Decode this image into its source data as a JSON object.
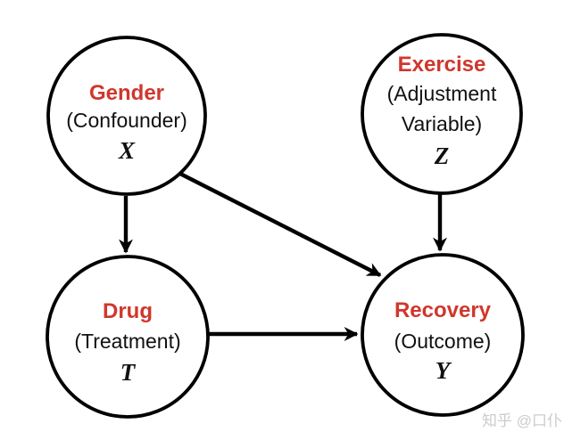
{
  "diagram": {
    "kind": "causal-graph"
  },
  "nodes": {
    "gender": {
      "label": "Gender",
      "role_lines": [
        "(Confounder)"
      ],
      "symbol": "X"
    },
    "exercise": {
      "label": "Exercise",
      "role_lines": [
        "(Adjustment",
        "Variable)"
      ],
      "symbol": "Z"
    },
    "drug": {
      "label": "Drug",
      "role_lines": [
        "(Treatment)"
      ],
      "symbol": "T"
    },
    "recovery": {
      "label": "Recovery",
      "role_lines": [
        "(Outcome)"
      ],
      "symbol": "Y"
    }
  },
  "edges": [
    {
      "from": "Gender",
      "to": "Drug"
    },
    {
      "from": "Gender",
      "to": "Recovery"
    },
    {
      "from": "Exercise",
      "to": "Recovery"
    },
    {
      "from": "Drug",
      "to": "Recovery"
    }
  ],
  "watermark": {
    "text": "知乎 @口仆"
  },
  "colors": {
    "label_red": "#d0372d",
    "text_black": "#111111",
    "line_black": "#000000",
    "watermark_gray": "#cccccc",
    "background": "#ffffff"
  }
}
